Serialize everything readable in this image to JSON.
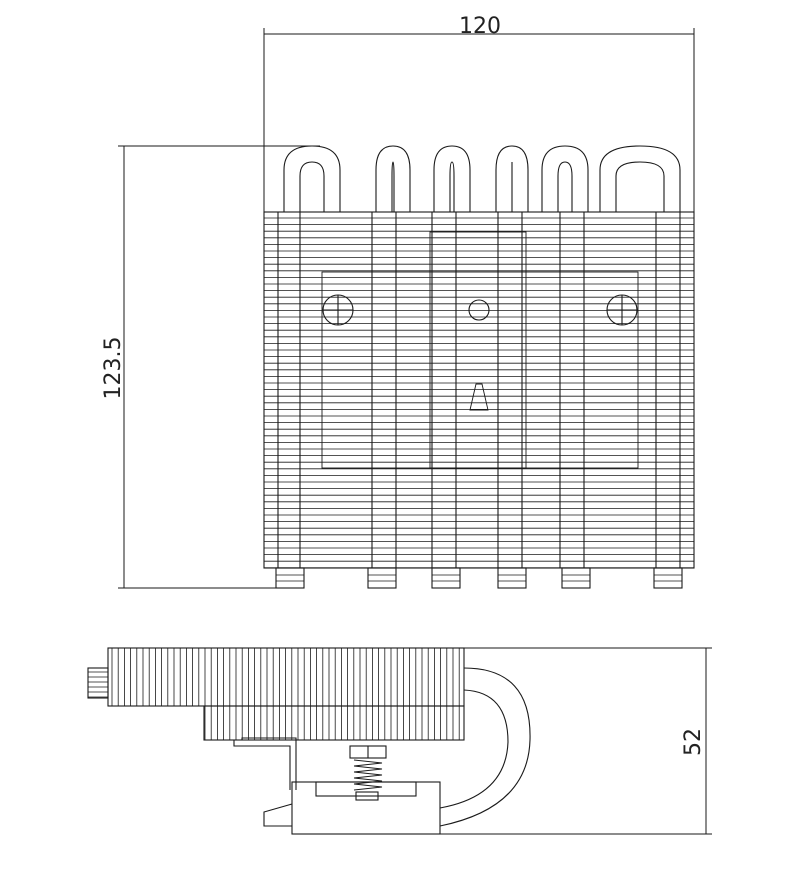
{
  "dimensions": {
    "width_label": "120",
    "height_label": "123.5",
    "depth_label": "52"
  },
  "colors": {
    "line": "#1a1a1a",
    "background": "#ffffff"
  }
}
